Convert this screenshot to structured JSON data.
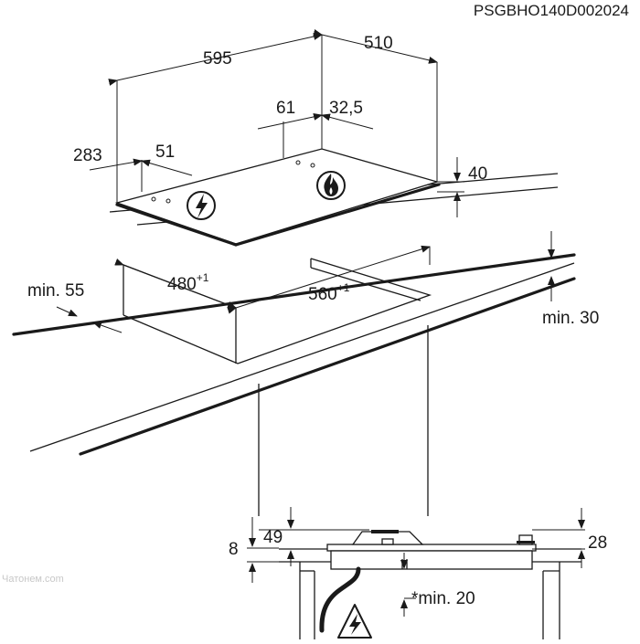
{
  "drawing_code": "PSGBHO140D002024",
  "watermark": "Чатонем.com",
  "hob": {
    "width": "595",
    "depth": "510",
    "gas_offset_x": "61",
    "gas_offset_y": "32,5",
    "elec_offset_x": "283",
    "elec_offset_y": "51",
    "height": "40"
  },
  "cutout": {
    "width_value": "560",
    "width_tol": "+1",
    "depth_value": "480",
    "depth_tol": "+1",
    "min_front": "min. 55",
    "min_back": "min. 30"
  },
  "section": {
    "left_depth": "49",
    "left_gap": "8",
    "right_height": "28",
    "clearance": "*min. 20"
  },
  "icons": {
    "electric": "lightning-bolt-icon",
    "gas": "flame-icon",
    "warning": "electrical-hazard-warning-icon"
  }
}
